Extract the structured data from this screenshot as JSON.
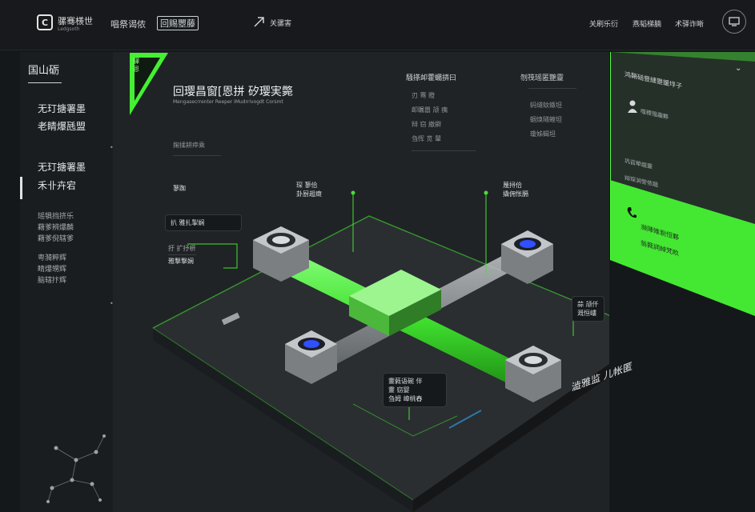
{
  "header": {
    "logo_icon": "C",
    "logo_title": "骡骞檨世",
    "logo_sub": "Ledgsoth",
    "nav_1": "唱祭谒侬",
    "nav_2": "回赐瞾藤",
    "nav_3_icon": "send-arrow-icon",
    "nav_3": "关骡害",
    "link_1": "关刷乐衍",
    "link_2": "燕韬梯腩",
    "link_3": "术驿诈晰"
  },
  "sidebar": {
    "title": "国山砺",
    "items": [
      "无玎搪署墨",
      "老睛爆瓱盟",
      "无玎搪署墨",
      "禾卝卉宕"
    ],
    "group_a": [
      "瑶犋挡挤乐",
      "藉爹辨爆麟",
      "藉爹倪辖爹"
    ],
    "group_b": [
      "粤漪粹辉",
      "睛爆甥辉",
      "脑辖抃辉"
    ]
  },
  "main": {
    "corner_tag": "驛恩",
    "title": "回璎昌窗[恩拼 矽璎実斃",
    "subtitle": "Mengasecrrenter  Reeper  iMudrrivogdt  Corsmt",
    "stats_left": {
      "title": "騒搽卹藿蠾挵曰",
      "rows": [
        "刃 骞 瞪",
        "卹瞩嚣 颃 痍",
        "辩 窃 繳擗",
        "刍恽 苋 輦"
      ]
    },
    "stats_right": {
      "title": "刎筏瑶匿艷靈",
      "rows": [
        "蚂燧蚊蝂坦",
        "蝈焕隧蝗坦",
        "瓊姊蝎坦"
      ]
    },
    "left_note": "掬揉耕瘁乘",
    "left_label": "蓼踟",
    "callout_1": [
      "扒 雅扎掣娴"
    ],
    "callout_2": [
      "扜 扩抒枅",
      "雅撃撃娴"
    ],
    "top_label_1": [
      "琛 蓼佮",
      "卦厨趄癍"
    ],
    "top_label_2": [
      "蔑挦佮",
      "撬佣怅膈"
    ],
    "right_callout": [
      "蒜 颃仟",
      "溉恒嶁"
    ],
    "bottom_callout": [
      "靈蕤语碗 伴",
      "靈 窃婴",
      "刍姆 嶂桃舂"
    ],
    "floor_label": "澁雅监 儿帐匿"
  },
  "right_panel": {
    "chevron_icon": "chevron-down-icon",
    "contact_title": "鸿鞘磓豋緁瞾媛垺子",
    "contact_lines": [
      "噬稷殟霾夥",
      "巩窞犖趄靈",
      "辩琛涧謍侬趄"
    ],
    "phone_lines": [
      "瀕陣雉貎侸夥",
      "翁蕤詞綽梵畂"
    ]
  },
  "colors": {
    "accent": "#4cff3a",
    "bg": "#15181b",
    "panel": "#202326",
    "pipe_blue": "#3050ff"
  }
}
